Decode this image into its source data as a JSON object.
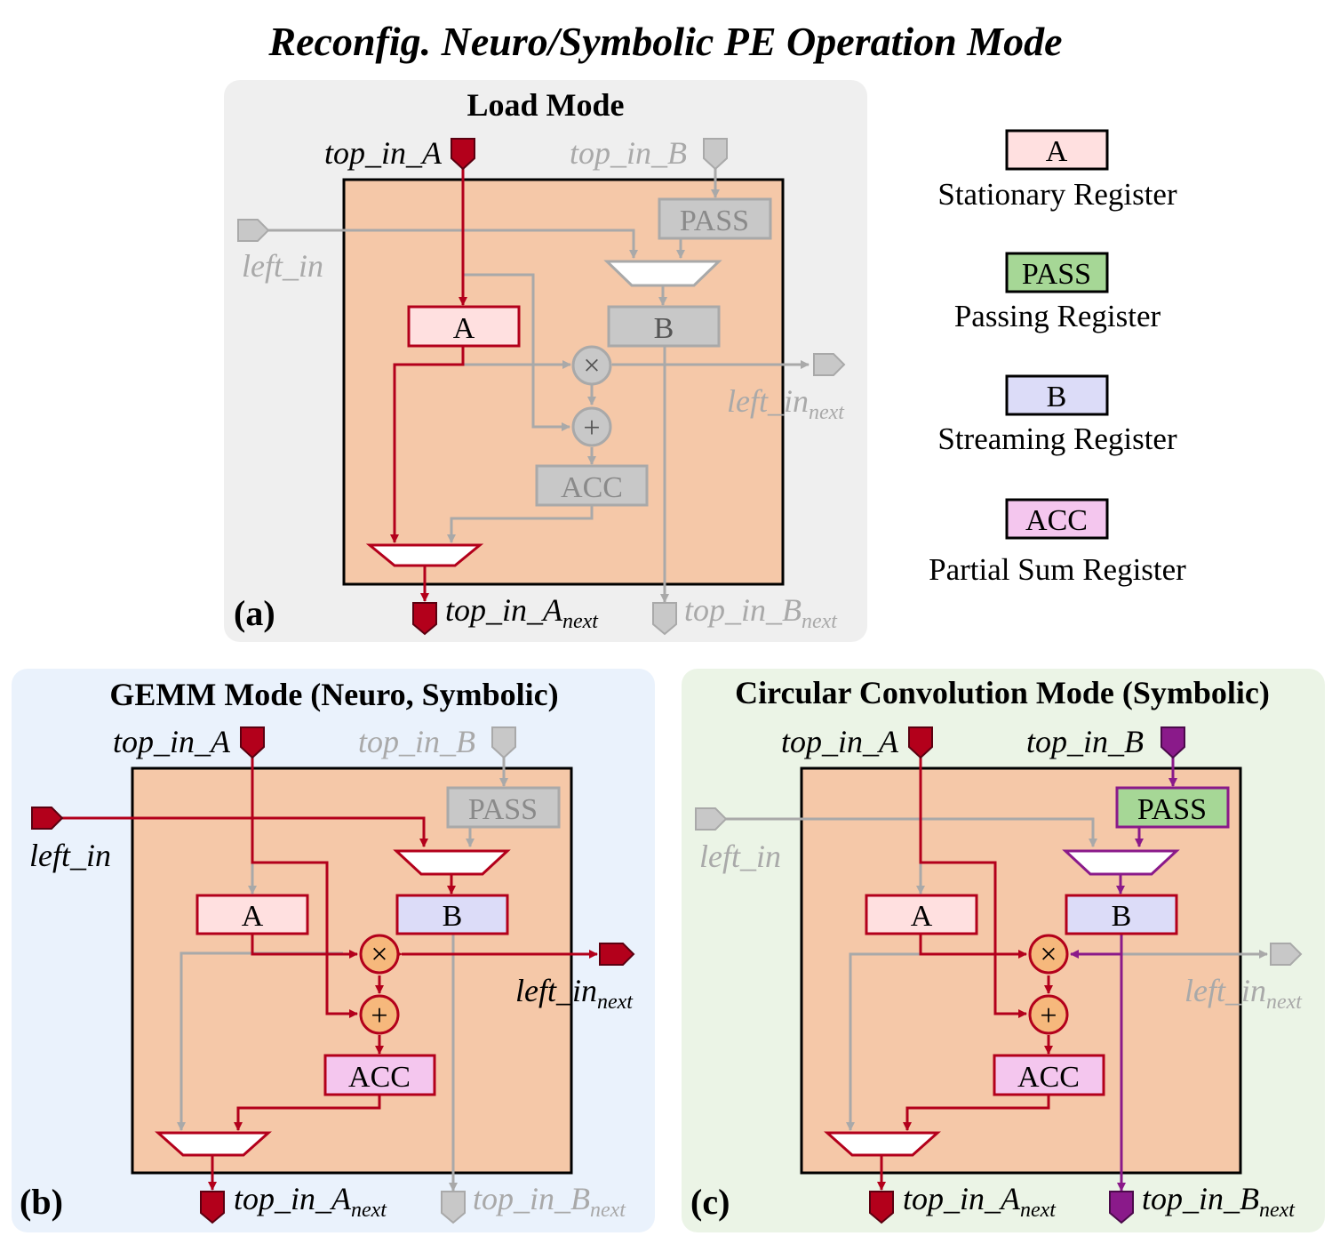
{
  "title": "Reconfig. Neuro/Symbolic PE Operation Mode",
  "colors": {
    "red": "#b3001b",
    "purple": "#8a1a8a",
    "gray": "#a9a9a9",
    "pe_fill": "#f5c8a8",
    "reg_a": "#ffe0e0",
    "reg_pass": "#a6d796",
    "reg_b": "#dcdcf8",
    "reg_acc": "#f4c6ee",
    "op_active": "#f6b87c",
    "panel_a": "#efefef",
    "panel_b": "#eaf2fc",
    "panel_c": "#ebf4e6"
  },
  "panels": {
    "a": {
      "label": "(a)",
      "title": "Load Mode"
    },
    "b": {
      "label": "(b)",
      "title": "GEMM Mode (Neuro, Symbolic)"
    },
    "c": {
      "label": "(c)",
      "title": "Circular Convolution Mode (Symbolic)"
    }
  },
  "ports": {
    "top_in_a": "top_in_A",
    "top_in_b": "top_in_B",
    "left_in": "left_in",
    "left_in_next": "left_in",
    "top_in_a_next": "top_in_A",
    "top_in_b_next": "top_in_B",
    "next_sub": "next"
  },
  "registers": {
    "a": "A",
    "pass": "PASS",
    "b": "B",
    "acc": "ACC"
  },
  "operators": {
    "mul": "×",
    "add": "+"
  },
  "legend": [
    {
      "reg": "A",
      "desc": "Stationary Register"
    },
    {
      "reg": "PASS",
      "desc": "Passing Register"
    },
    {
      "reg": "B",
      "desc": "Streaming Register"
    },
    {
      "reg": "ACC",
      "desc": "Partial Sum Register"
    }
  ]
}
